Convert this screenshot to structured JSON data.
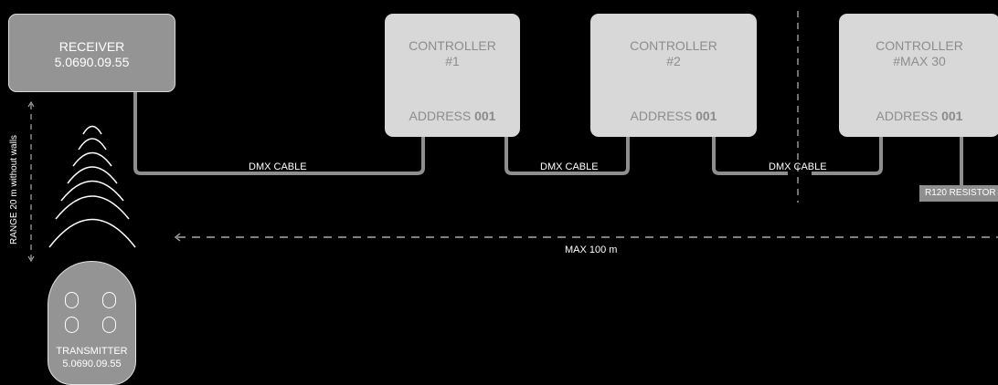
{
  "colors": {
    "background": "#000000",
    "cable": "#8e8e8e",
    "receiver_fill": "#949494",
    "controller_fill": "#d8d8d8",
    "dash": "#a8a8a8",
    "wave": "#ffffff"
  },
  "receiver": {
    "title": "RECEIVER",
    "code": "5.0690.09.55"
  },
  "controllers": [
    {
      "title": "CONTROLLER",
      "id": "#1",
      "address_label": "ADDRESS",
      "address_value": "001"
    },
    {
      "title": "CONTROLLER",
      "id": "#2",
      "address_label": "ADDRESS",
      "address_value": "001"
    },
    {
      "title": "CONTROLLER",
      "id": "#MAX 30",
      "address_label": "ADDRESS",
      "address_value": "001"
    }
  ],
  "cables": [
    "DMX CABLE",
    "DMX CABLE",
    "DMX CABLE"
  ],
  "resistor": "R120 RESISTOR",
  "max_distance": "MAX 100 m",
  "range": "RANGE 20 m without walls",
  "transmitter": {
    "title": "TRANSMITTER",
    "code": "5.0690.09.55",
    "button_count": 4
  },
  "icons": [
    "signal-waves-icon",
    "remote-button-icon"
  ]
}
